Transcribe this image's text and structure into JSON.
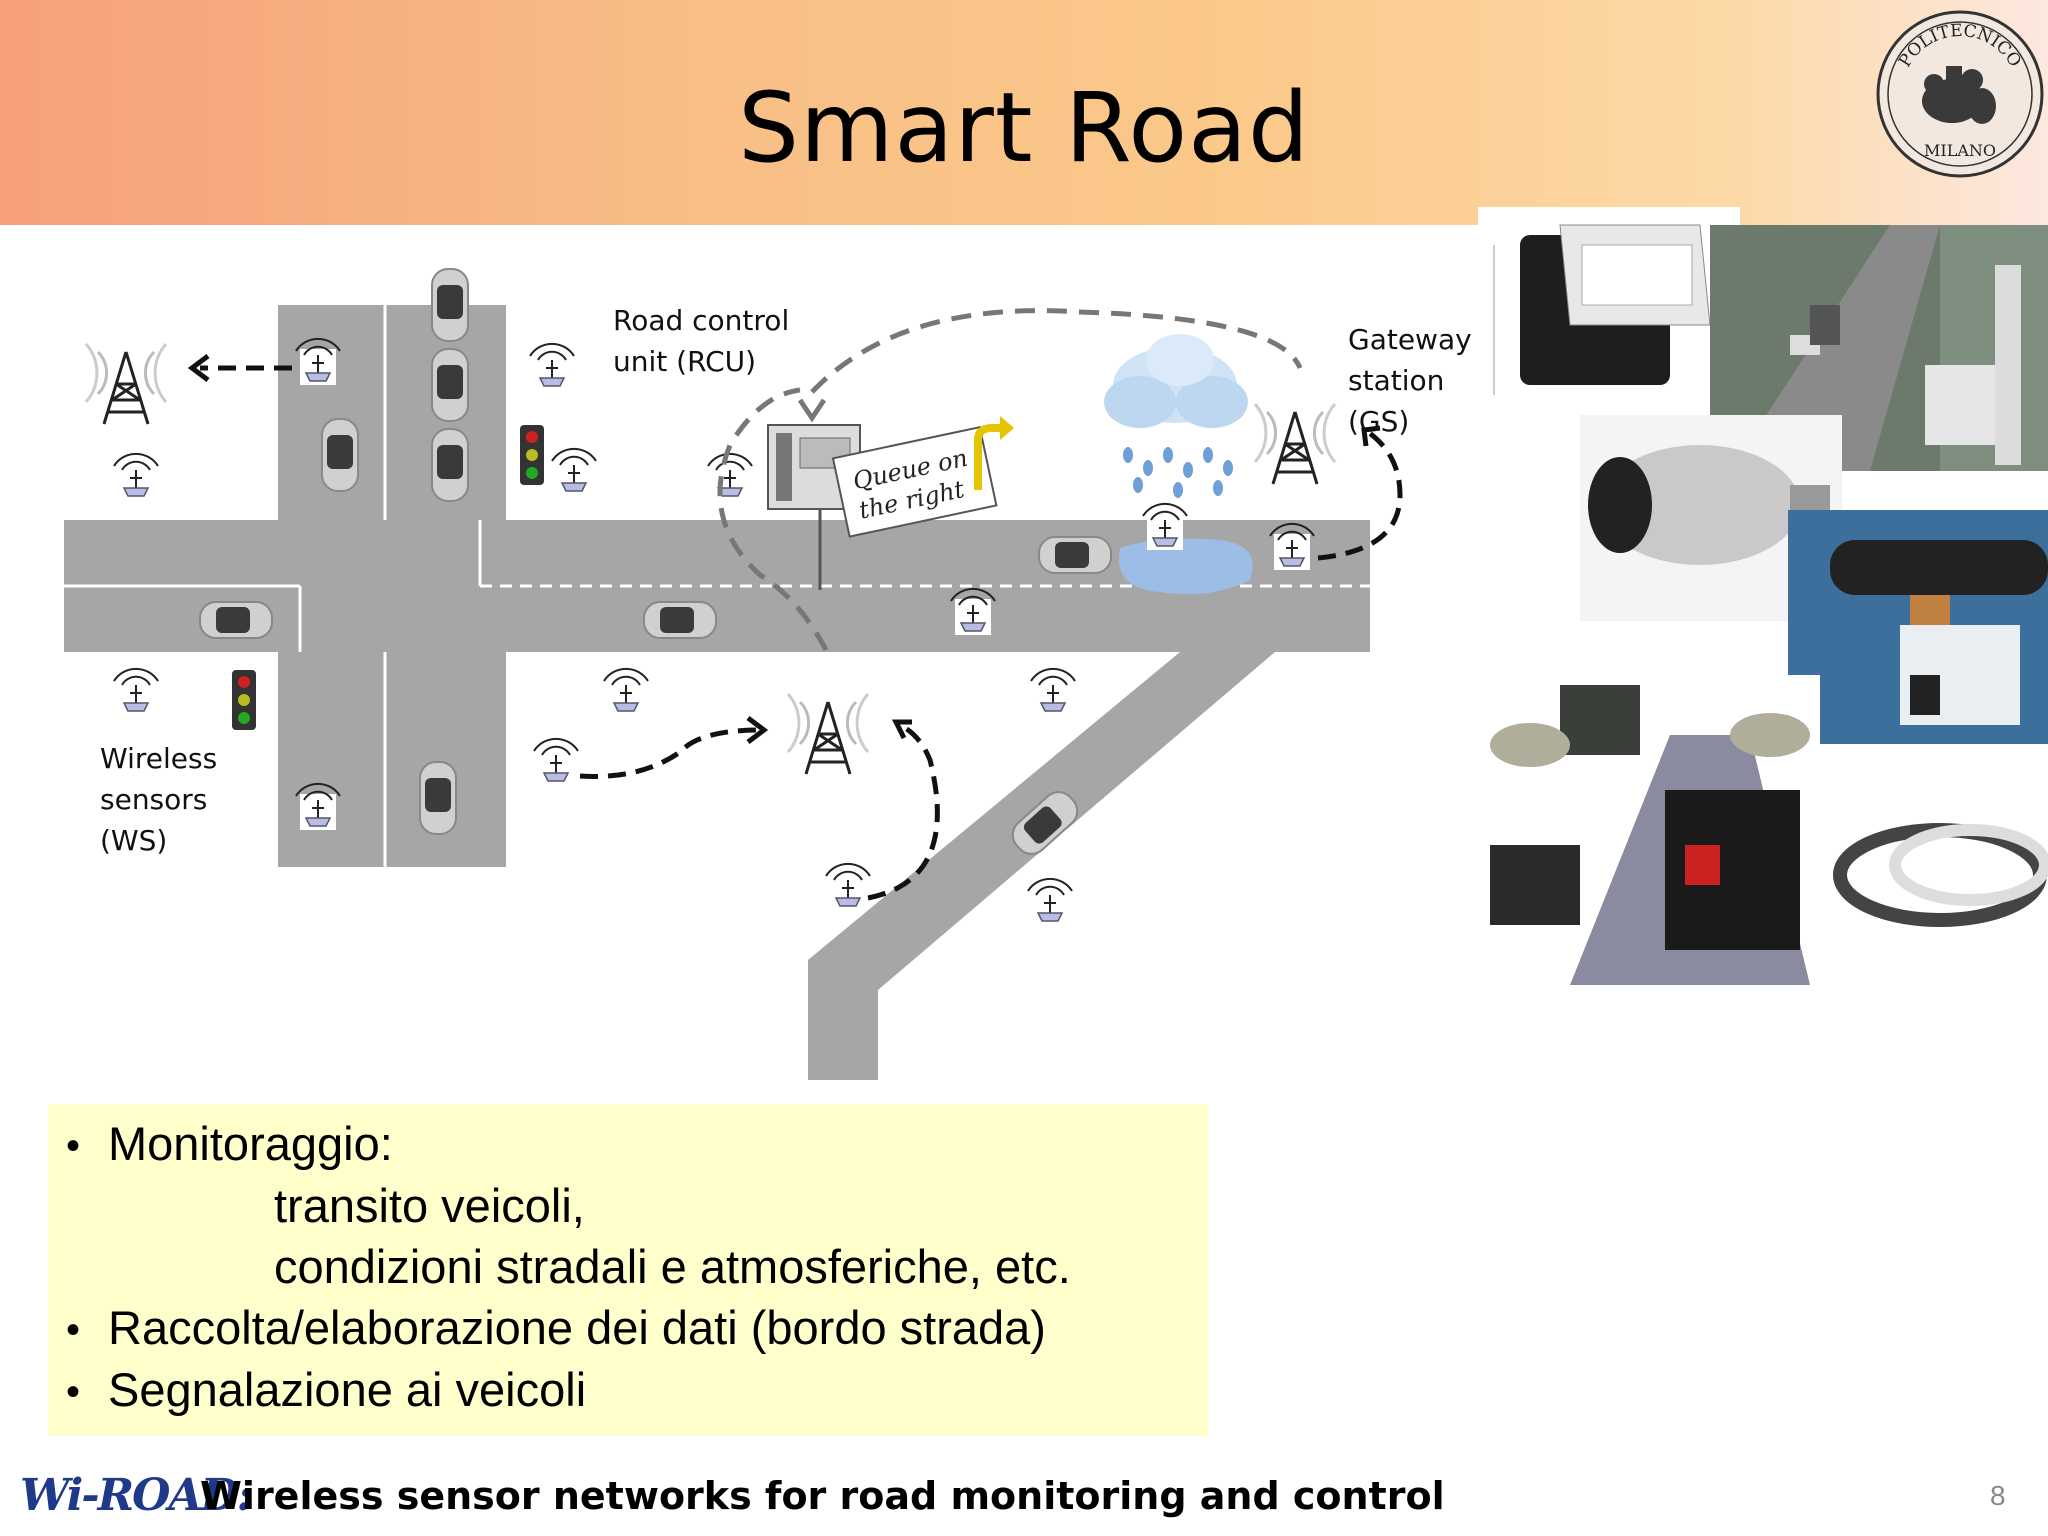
{
  "slide": {
    "title": "Smart Road",
    "page_number": "8",
    "seal": {
      "top_text": "POLITECNICO",
      "bottom_text": "MILANO"
    }
  },
  "diagram": {
    "labels": {
      "rcu_line1": "Road control",
      "rcu_line2": "unit (RCU)",
      "gs_line1": "Gateway",
      "gs_line2": "station",
      "gs_line3": "(GS)",
      "ws_line1": "Wireless",
      "ws_line2": "sensors",
      "ws_line3": "(WS)",
      "sign_line1": "Queue on",
      "sign_line2": "the right"
    }
  },
  "bullets": {
    "item1": "Monitoraggio:",
    "item1_sub1": "transito veicoli,",
    "item1_sub2": "condizioni stradali e atmosferiche, etc.",
    "item2": "Raccolta/elaborazione dei dati (bordo strada)",
    "item3": "Segnalazione ai veicoli",
    "bullet_char": "•"
  },
  "footer": {
    "logo": "Wi-ROAD:",
    "text": "Wireless sensor networks for road monitoring and control"
  }
}
